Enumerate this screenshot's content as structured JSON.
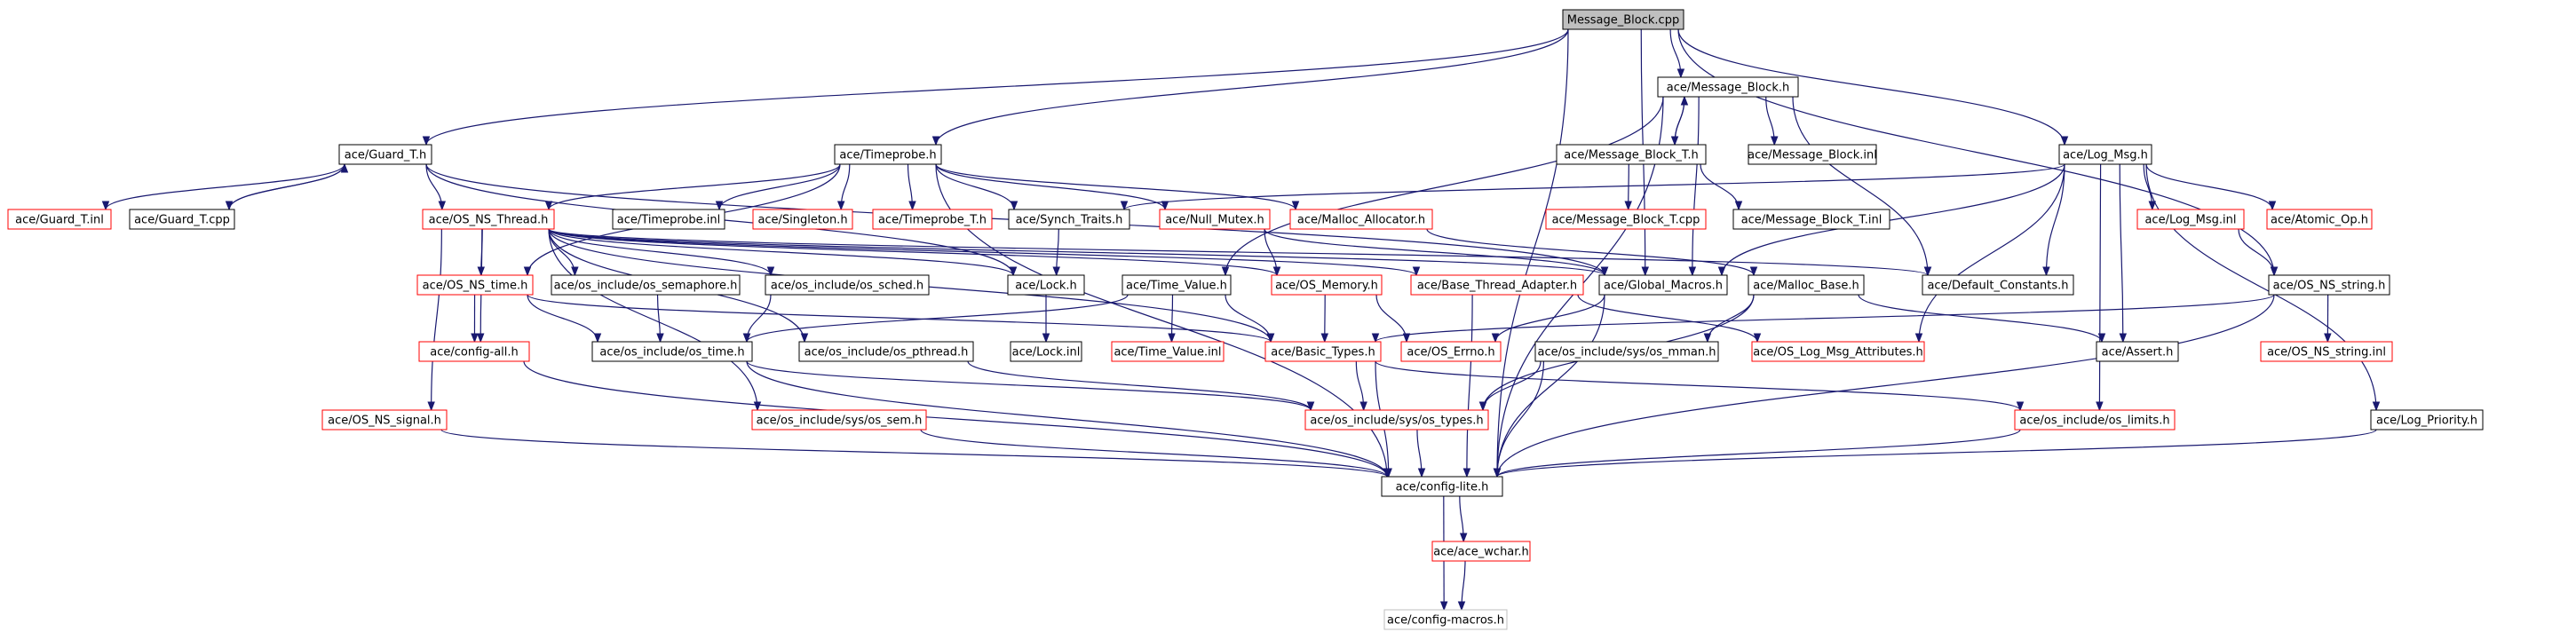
{
  "colors": {
    "edge": "#191970",
    "border_documented": "#000000",
    "border_undocumented": "#ff0000",
    "border_external": "#bfbfbf",
    "root_fill": "#bfbfbf",
    "node_fill": "#ffffff"
  },
  "nodes": [
    {
      "id": "root",
      "label": "Message_Block.cpp",
      "kind": "root"
    },
    {
      "id": "message_block_h",
      "label": "ace/Message_Block.h",
      "kind": "doc"
    },
    {
      "id": "guard_t_h",
      "label": "ace/Guard_T.h",
      "kind": "doc"
    },
    {
      "id": "timeprobe_h",
      "label": "ace/Timeprobe.h",
      "kind": "doc"
    },
    {
      "id": "message_block_t_h",
      "label": "ace/Message_Block_T.h",
      "kind": "doc"
    },
    {
      "id": "message_block_inl",
      "label": "ace/Message_Block.inl",
      "kind": "doc"
    },
    {
      "id": "log_msg_h",
      "label": "ace/Log_Msg.h",
      "kind": "doc"
    },
    {
      "id": "guard_t_inl",
      "label": "ace/Guard_T.inl",
      "kind": "undoc"
    },
    {
      "id": "guard_t_cpp",
      "label": "ace/Guard_T.cpp",
      "kind": "doc"
    },
    {
      "id": "os_ns_thread_h",
      "label": "ace/OS_NS_Thread.h",
      "kind": "undoc"
    },
    {
      "id": "timeprobe_inl",
      "label": "ace/Timeprobe.inl",
      "kind": "doc"
    },
    {
      "id": "singleton_h",
      "label": "ace/Singleton.h",
      "kind": "undoc"
    },
    {
      "id": "timeprobe_t_h",
      "label": "ace/Timeprobe_T.h",
      "kind": "undoc"
    },
    {
      "id": "synch_traits_h",
      "label": "ace/Synch_Traits.h",
      "kind": "doc"
    },
    {
      "id": "null_mutex_h",
      "label": "ace/Null_Mutex.h",
      "kind": "undoc"
    },
    {
      "id": "malloc_allocator_h",
      "label": "ace/Malloc_Allocator.h",
      "kind": "undoc"
    },
    {
      "id": "message_block_t_cpp",
      "label": "ace/Message_Block_T.cpp",
      "kind": "undoc"
    },
    {
      "id": "message_block_t_inl",
      "label": "ace/Message_Block_T.inl",
      "kind": "doc"
    },
    {
      "id": "log_msg_inl",
      "label": "ace/Log_Msg.inl",
      "kind": "undoc"
    },
    {
      "id": "atomic_op_h",
      "label": "ace/Atomic_Op.h",
      "kind": "undoc"
    },
    {
      "id": "os_ns_time_h",
      "label": "ace/OS_NS_time.h",
      "kind": "undoc"
    },
    {
      "id": "os_semaphore_h",
      "label": "ace/os_include/os_semaphore.h",
      "kind": "doc"
    },
    {
      "id": "os_sched_h",
      "label": "ace/os_include/os_sched.h",
      "kind": "doc"
    },
    {
      "id": "lock_h",
      "label": "ace/Lock.h",
      "kind": "doc"
    },
    {
      "id": "time_value_h",
      "label": "ace/Time_Value.h",
      "kind": "doc"
    },
    {
      "id": "os_memory_h",
      "label": "ace/OS_Memory.h",
      "kind": "undoc"
    },
    {
      "id": "base_thread_adapter_h",
      "label": "ace/Base_Thread_Adapter.h",
      "kind": "undoc"
    },
    {
      "id": "global_macros_h",
      "label": "ace/Global_Macros.h",
      "kind": "doc"
    },
    {
      "id": "malloc_base_h",
      "label": "ace/Malloc_Base.h",
      "kind": "doc"
    },
    {
      "id": "default_constants_h",
      "label": "ace/Default_Constants.h",
      "kind": "doc"
    },
    {
      "id": "os_ns_string_h",
      "label": "ace/OS_NS_string.h",
      "kind": "doc"
    },
    {
      "id": "config_all_h",
      "label": "ace/config-all.h",
      "kind": "undoc"
    },
    {
      "id": "os_time_h",
      "label": "ace/os_include/os_time.h",
      "kind": "doc"
    },
    {
      "id": "os_pthread_h",
      "label": "ace/os_include/os_pthread.h",
      "kind": "doc"
    },
    {
      "id": "lock_inl",
      "label": "ace/Lock.inl",
      "kind": "doc"
    },
    {
      "id": "time_value_inl",
      "label": "ace/Time_Value.inl",
      "kind": "undoc"
    },
    {
      "id": "basic_types_h",
      "label": "ace/Basic_Types.h",
      "kind": "undoc"
    },
    {
      "id": "os_errno_h",
      "label": "ace/OS_Errno.h",
      "kind": "undoc"
    },
    {
      "id": "os_mman_h",
      "label": "ace/os_include/sys/os_mman.h",
      "kind": "doc"
    },
    {
      "id": "os_log_msg_attributes_h",
      "label": "ace/OS_Log_Msg_Attributes.h",
      "kind": "undoc"
    },
    {
      "id": "assert_h",
      "label": "ace/Assert.h",
      "kind": "doc"
    },
    {
      "id": "os_ns_string_inl",
      "label": "ace/OS_NS_string.inl",
      "kind": "undoc"
    },
    {
      "id": "os_ns_signal_h",
      "label": "ace/OS_NS_signal.h",
      "kind": "undoc"
    },
    {
      "id": "os_sem_h",
      "label": "ace/os_include/sys/os_sem.h",
      "kind": "undoc"
    },
    {
      "id": "os_types_h",
      "label": "ace/os_include/sys/os_types.h",
      "kind": "undoc"
    },
    {
      "id": "os_limits_h",
      "label": "ace/os_include/os_limits.h",
      "kind": "undoc"
    },
    {
      "id": "log_priority_h",
      "label": "ace/Log_Priority.h",
      "kind": "doc"
    },
    {
      "id": "config_lite_h",
      "label": "ace/config-lite.h",
      "kind": "doc"
    },
    {
      "id": "ace_wchar_h",
      "label": "ace/ace_wchar.h",
      "kind": "undoc"
    },
    {
      "id": "config_macros_h",
      "label": "ace/config-macros.h",
      "kind": "external"
    }
  ],
  "edges": [
    {
      "from": "root",
      "to": "message_block_h"
    },
    {
      "from": "root",
      "to": "guard_t_h"
    },
    {
      "from": "root",
      "to": "timeprobe_h"
    },
    {
      "from": "root",
      "to": "log_msg_h"
    },
    {
      "from": "root",
      "to": "global_macros_h"
    },
    {
      "from": "root",
      "to": "os_ns_string_h"
    },
    {
      "from": "root",
      "to": "config_lite_h"
    },
    {
      "from": "message_block_h",
      "to": "message_block_t_h"
    },
    {
      "from": "message_block_t_h",
      "to": "message_block_h"
    },
    {
      "from": "message_block_h",
      "to": "message_block_inl"
    },
    {
      "from": "message_block_h",
      "to": "global_macros_h"
    },
    {
      "from": "message_block_h",
      "to": "default_constants_h"
    },
    {
      "from": "message_block_h",
      "to": "time_value_h"
    },
    {
      "from": "message_block_h",
      "to": "config_lite_h"
    },
    {
      "from": "message_block_t_h",
      "to": "message_block_t_cpp"
    },
    {
      "from": "message_block_t_h",
      "to": "message_block_t_inl"
    },
    {
      "from": "guard_t_h",
      "to": "guard_t_inl"
    },
    {
      "from": "guard_t_h",
      "to": "guard_t_cpp"
    },
    {
      "from": "guard_t_cpp",
      "to": "guard_t_h"
    },
    {
      "from": "guard_t_h",
      "to": "os_ns_thread_h"
    },
    {
      "from": "guard_t_h",
      "to": "lock_h"
    },
    {
      "from": "guard_t_h",
      "to": "global_macros_h"
    },
    {
      "from": "timeprobe_h",
      "to": "os_ns_thread_h"
    },
    {
      "from": "timeprobe_h",
      "to": "timeprobe_inl"
    },
    {
      "from": "timeprobe_h",
      "to": "singleton_h"
    },
    {
      "from": "timeprobe_h",
      "to": "timeprobe_t_h"
    },
    {
      "from": "timeprobe_h",
      "to": "synch_traits_h"
    },
    {
      "from": "timeprobe_h",
      "to": "null_mutex_h"
    },
    {
      "from": "timeprobe_h",
      "to": "malloc_allocator_h"
    },
    {
      "from": "timeprobe_h",
      "to": "os_ns_time_h"
    },
    {
      "from": "timeprobe_h",
      "to": "config_lite_h"
    },
    {
      "from": "synch_traits_h",
      "to": "lock_h"
    },
    {
      "from": "lock_h",
      "to": "lock_inl"
    },
    {
      "from": "null_mutex_h",
      "to": "os_memory_h"
    },
    {
      "from": "null_mutex_h",
      "to": "global_macros_h"
    },
    {
      "from": "malloc_allocator_h",
      "to": "malloc_base_h"
    },
    {
      "from": "os_ns_thread_h",
      "to": "os_ns_time_h"
    },
    {
      "from": "os_ns_thread_h",
      "to": "os_semaphore_h"
    },
    {
      "from": "os_ns_thread_h",
      "to": "os_sched_h"
    },
    {
      "from": "os_ns_thread_h",
      "to": "os_memory_h"
    },
    {
      "from": "os_ns_thread_h",
      "to": "base_thread_adapter_h"
    },
    {
      "from": "os_ns_thread_h",
      "to": "global_macros_h"
    },
    {
      "from": "os_ns_thread_h",
      "to": "default_constants_h"
    },
    {
      "from": "os_ns_thread_h",
      "to": "config_all_h"
    },
    {
      "from": "os_ns_thread_h",
      "to": "os_pthread_h"
    },
    {
      "from": "os_ns_thread_h",
      "to": "basic_types_h"
    },
    {
      "from": "os_ns_thread_h",
      "to": "os_ns_signal_h"
    },
    {
      "from": "os_ns_thread_h",
      "to": "os_sem_h"
    },
    {
      "from": "os_ns_thread_h",
      "to": "lock_h"
    },
    {
      "from": "os_ns_time_h",
      "to": "config_all_h"
    },
    {
      "from": "os_ns_time_h",
      "to": "os_time_h"
    },
    {
      "from": "os_ns_time_h",
      "to": "basic_types_h"
    },
    {
      "from": "os_semaphore_h",
      "to": "os_time_h"
    },
    {
      "from": "os_sched_h",
      "to": "os_time_h"
    },
    {
      "from": "time_value_h",
      "to": "time_value_inl"
    },
    {
      "from": "time_value_h",
      "to": "basic_types_h"
    },
    {
      "from": "time_value_h",
      "to": "os_time_h"
    },
    {
      "from": "os_memory_h",
      "to": "os_errno_h"
    },
    {
      "from": "os_memory_h",
      "to": "basic_types_h"
    },
    {
      "from": "base_thread_adapter_h",
      "to": "os_log_msg_attributes_h"
    },
    {
      "from": "base_thread_adapter_h",
      "to": "config_lite_h"
    },
    {
      "from": "global_macros_h",
      "to": "os_errno_h"
    },
    {
      "from": "global_macros_h",
      "to": "config_lite_h"
    },
    {
      "from": "malloc_base_h",
      "to": "os_types_h"
    },
    {
      "from": "malloc_base_h",
      "to": "os_mman_h"
    },
    {
      "from": "malloc_base_h",
      "to": "assert_h"
    },
    {
      "from": "log_msg_h",
      "to": "log_msg_inl"
    },
    {
      "from": "log_msg_h",
      "to": "atomic_op_h"
    },
    {
      "from": "log_msg_h",
      "to": "default_constants_h"
    },
    {
      "from": "log_msg_h",
      "to": "global_macros_h"
    },
    {
      "from": "log_msg_h",
      "to": "synch_traits_h"
    },
    {
      "from": "log_msg_h",
      "to": "os_log_msg_attributes_h"
    },
    {
      "from": "log_msg_h",
      "to": "os_limits_h"
    },
    {
      "from": "log_msg_h",
      "to": "log_priority_h"
    },
    {
      "from": "log_msg_h",
      "to": "assert_h"
    },
    {
      "from": "log_msg_inl",
      "to": "os_ns_string_h"
    },
    {
      "from": "os_ns_string_h",
      "to": "os_ns_string_inl"
    },
    {
      "from": "os_ns_string_h",
      "to": "basic_types_h"
    },
    {
      "from": "os_ns_string_h",
      "to": "config_lite_h"
    },
    {
      "from": "config_all_h",
      "to": "config_lite_h"
    },
    {
      "from": "os_time_h",
      "to": "os_types_h"
    },
    {
      "from": "os_time_h",
      "to": "config_lite_h"
    },
    {
      "from": "os_pthread_h",
      "to": "os_types_h"
    },
    {
      "from": "basic_types_h",
      "to": "os_types_h"
    },
    {
      "from": "basic_types_h",
      "to": "config_lite_h"
    },
    {
      "from": "basic_types_h",
      "to": "os_limits_h"
    },
    {
      "from": "os_mman_h",
      "to": "os_types_h"
    },
    {
      "from": "os_mman_h",
      "to": "config_lite_h"
    },
    {
      "from": "os_ns_signal_h",
      "to": "config_lite_h"
    },
    {
      "from": "os_sem_h",
      "to": "config_lite_h"
    },
    {
      "from": "os_types_h",
      "to": "config_lite_h"
    },
    {
      "from": "os_limits_h",
      "to": "config_lite_h"
    },
    {
      "from": "log_priority_h",
      "to": "config_lite_h"
    },
    {
      "from": "config_lite_h",
      "to": "ace_wchar_h"
    },
    {
      "from": "config_lite_h",
      "to": "config_macros_h"
    },
    {
      "from": "ace_wchar_h",
      "to": "config_macros_h"
    }
  ]
}
